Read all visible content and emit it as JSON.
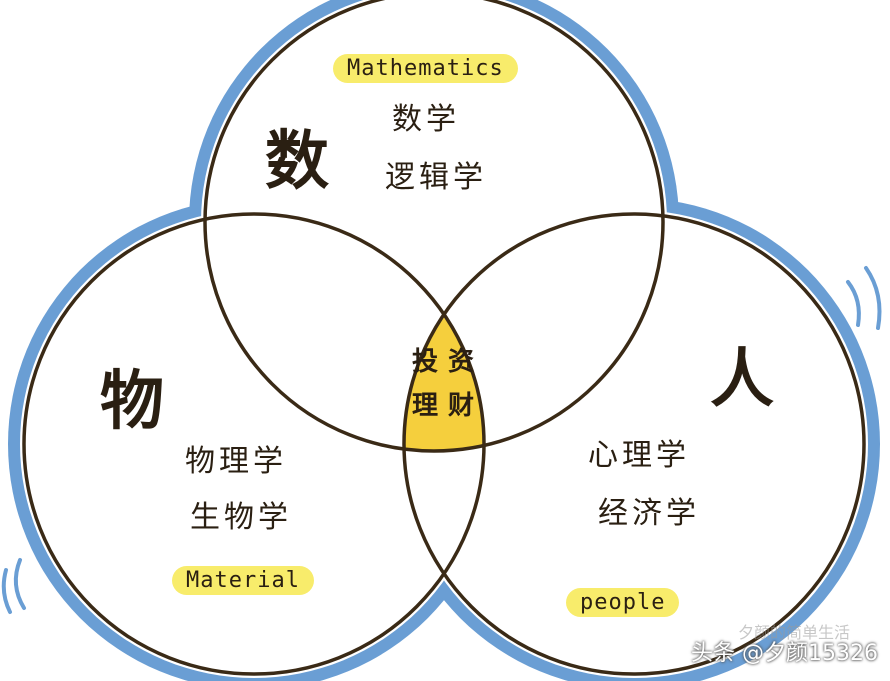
{
  "top_set": {
    "english_tag": "Mathematics",
    "big_char": "数",
    "subjects": [
      "数学",
      "逻辑学"
    ]
  },
  "left_set": {
    "english_tag": "Material",
    "big_char": "物",
    "subjects": [
      "物理学",
      "生物学"
    ]
  },
  "right_set": {
    "english_tag": "people",
    "big_char": "人",
    "subjects": [
      "心理学",
      "经济学"
    ]
  },
  "intersection": {
    "line1": "投资",
    "line2": "理财"
  },
  "watermark": {
    "main": "头条 @夕颜15326",
    "faint": "夕颜的简单生活"
  },
  "colors": {
    "outline_blue": "#6a9ed4",
    "circle_stroke": "#3a2a16",
    "highlight_yellow": "#f5cf3d",
    "tag_yellow": "#f8ec6b"
  }
}
